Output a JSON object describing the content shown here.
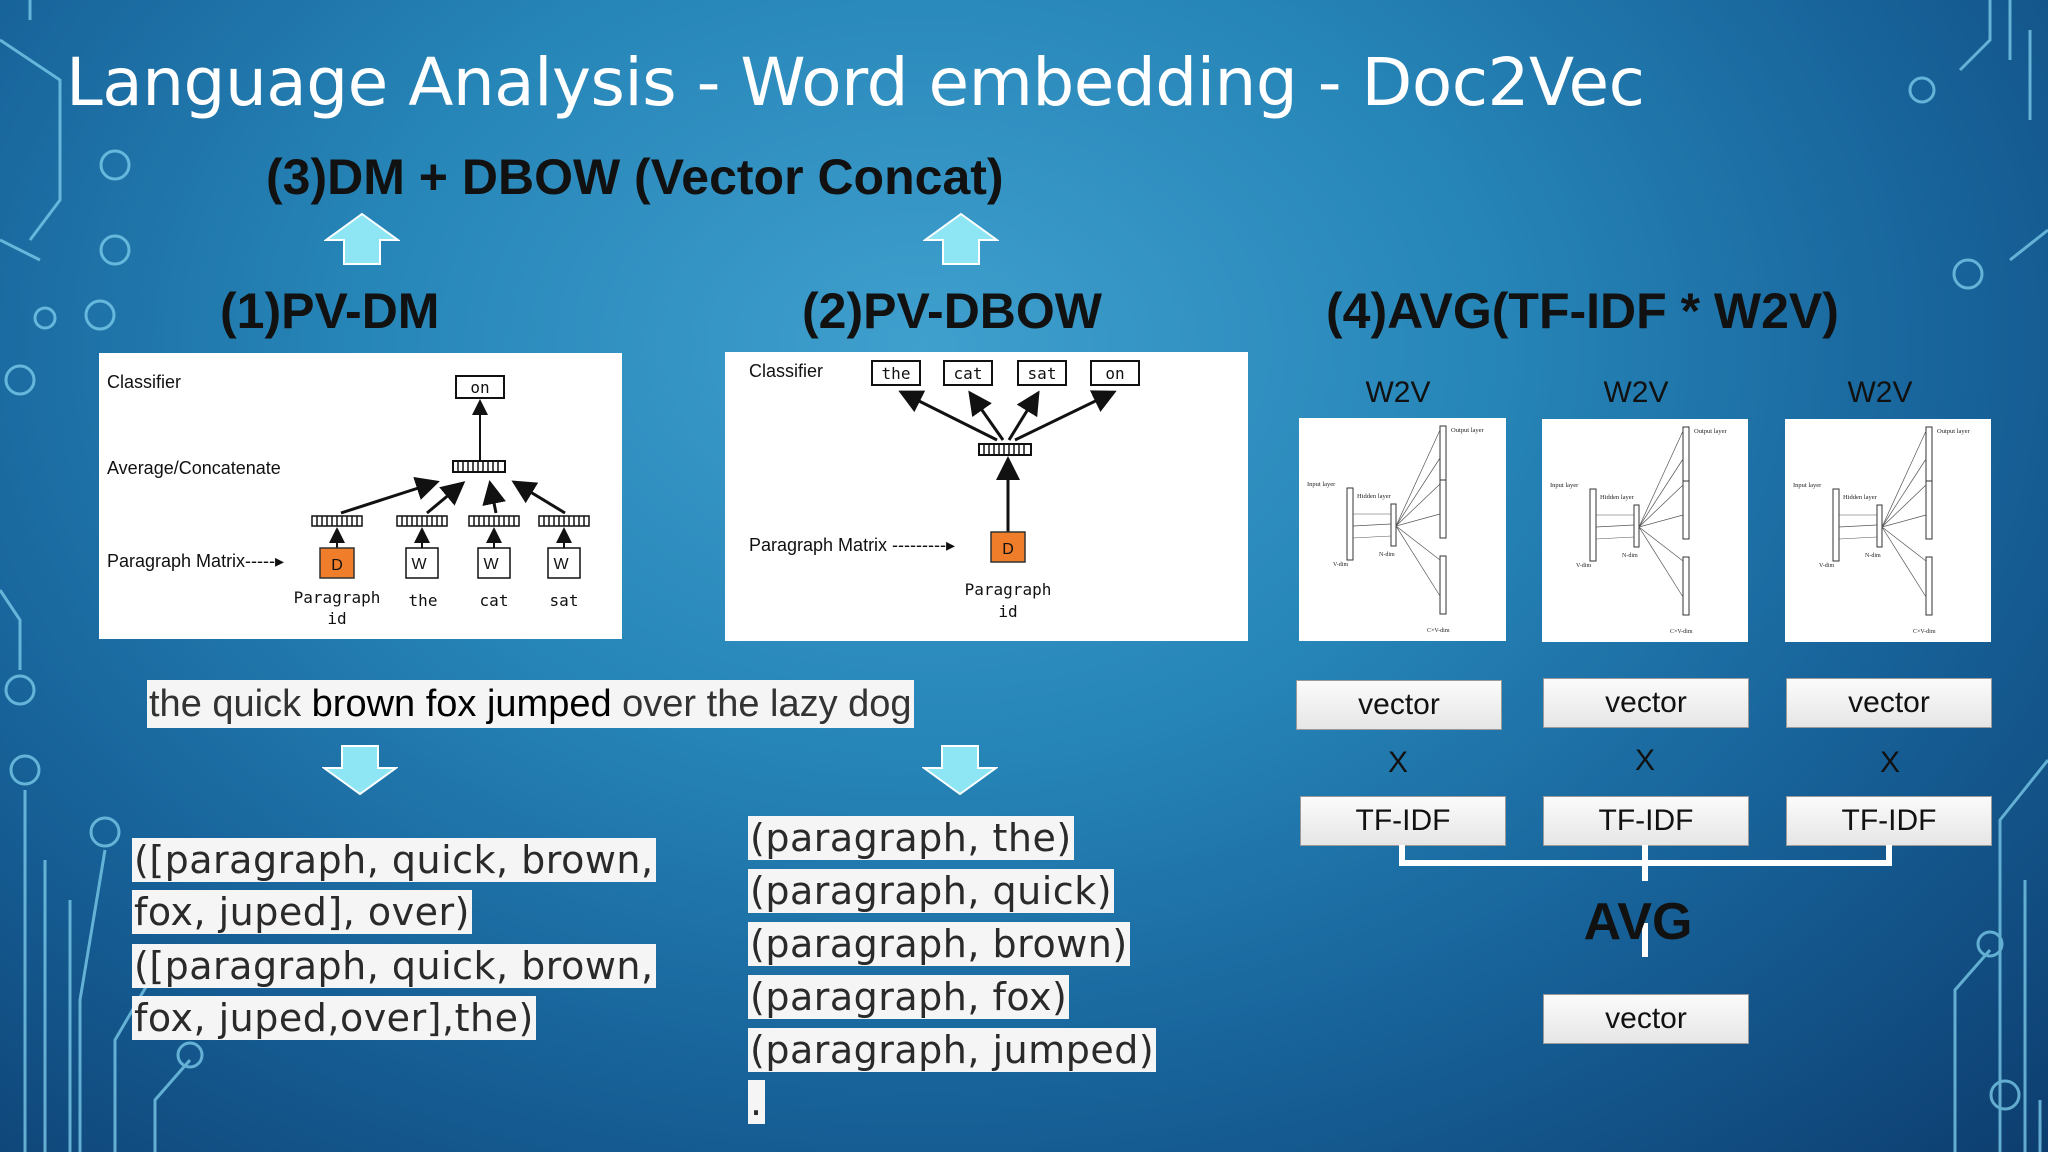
{
  "title": "Language Analysis - Word embedding - Doc2Vec",
  "combo_heading": "(3)DM + DBOW (Vector Concat)",
  "pvdm": {
    "heading": "(1)PV-DM",
    "classifier": "Classifier",
    "avg_concat": "Average/Concatenate",
    "matrix": "Paragraph Matrix-----▸",
    "output_word": "on",
    "d": "D",
    "w": "W",
    "par_line1": "Paragraph",
    "par_line2": "id",
    "words": [
      "the",
      "cat",
      "sat"
    ]
  },
  "pvdbow": {
    "heading": "(2)PV-DBOW",
    "classifier": "Classifier",
    "words": [
      "the",
      "cat",
      "sat",
      "on"
    ],
    "matrix": "Paragraph Matrix ---------▸",
    "d": "D",
    "par_line1": "Paragraph",
    "par_line2": "id"
  },
  "avg_section": {
    "heading": "(4)AVG(TF-IDF * W2V)",
    "w2v_label": "W2V",
    "vector_label": "vector",
    "times": "X",
    "tfidf_label": "TF-IDF",
    "avg_label": "AVG",
    "final_vector": "vector",
    "nn": {
      "output_layer": "Output layer",
      "input_layer": "Input layer",
      "hidden_layer": "Hidden layer",
      "v_dim": "V-dim",
      "n_dim": "N-dim",
      "cv_dim": "C×V-dim"
    }
  },
  "sentence": {
    "parts": [
      "the quick ",
      "brown fox jumped",
      " over the lazy dog"
    ]
  },
  "dm_samples": [
    "([paragraph, quick, brown,",
    "fox, juped], over)",
    "([paragraph, quick, brown,",
    "fox, juped,over],the)"
  ],
  "dbow_samples": [
    "(paragraph, the)",
    "(paragraph, quick)",
    "(paragraph, brown)",
    "(paragraph, fox)",
    "(paragraph, jumped)",
    "."
  ],
  "colors": {
    "arrow_fill": "#8ee6f5",
    "d_box": "#f07d2a",
    "title": "#ffffff"
  }
}
